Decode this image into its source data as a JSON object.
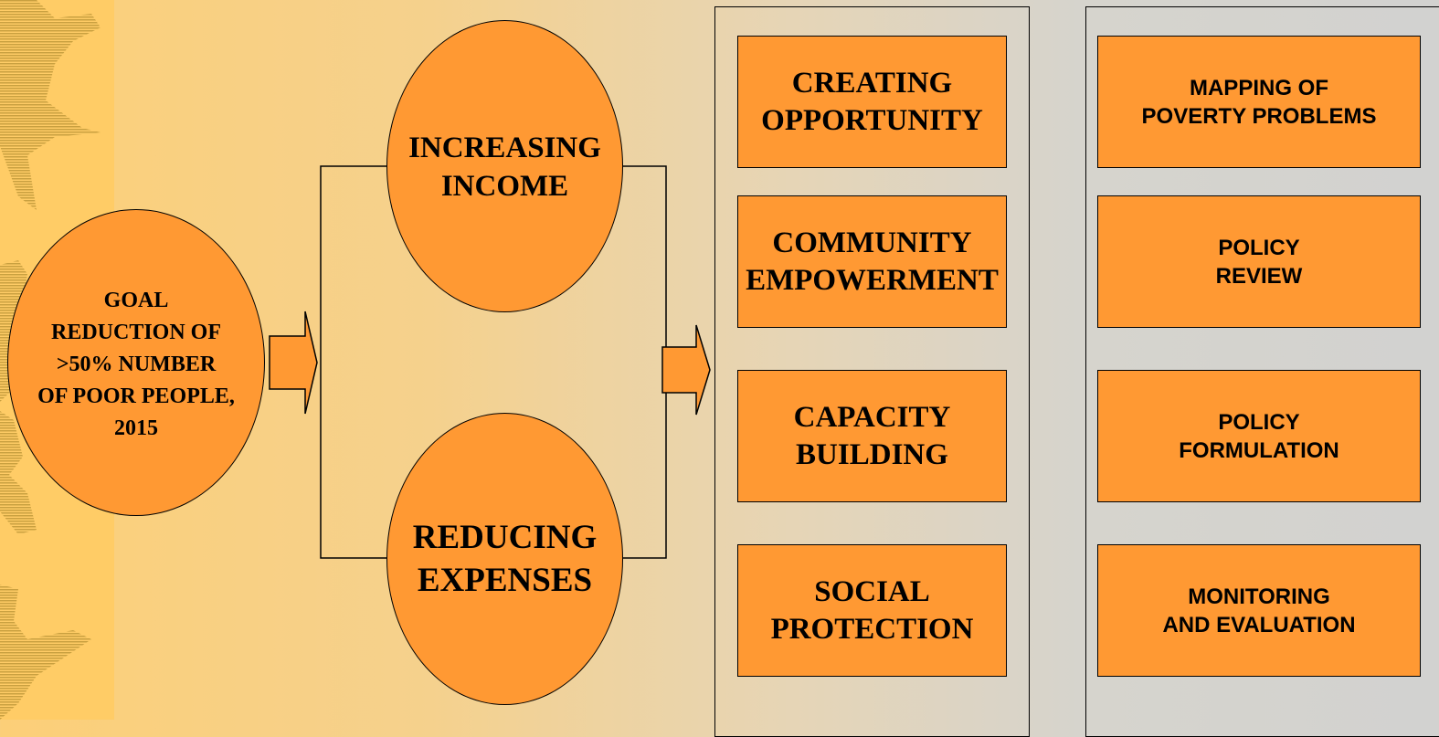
{
  "diagram": {
    "goal": {
      "text": "GOAL\nREDUCTION OF\n>50% NUMBER\nOF POOR PEOPLE,\n2015"
    },
    "branches": [
      {
        "text": "INCREASING\nINCOME"
      },
      {
        "text": "REDUCING\nEXPENSES"
      }
    ],
    "strategies": [
      {
        "text": "CREATING\nOPPORTUNITY"
      },
      {
        "text": "COMMUNITY\nEMPOWERMENT"
      },
      {
        "text": "CAPACITY\nBUILDING"
      },
      {
        "text": "SOCIAL\nPROTECTION"
      }
    ],
    "actions": [
      {
        "text": "MAPPING OF\nPOVERTY PROBLEMS"
      },
      {
        "text": "POLICY\nREVIEW"
      },
      {
        "text": "POLICY\nFORMULATION"
      },
      {
        "text": "MONITORING\nAND EVALUATION"
      }
    ]
  },
  "colors": {
    "shape_fill": "#ff9933",
    "outline": "#000000",
    "side_strip": "#ffcc66",
    "texture": "#c9a040"
  }
}
